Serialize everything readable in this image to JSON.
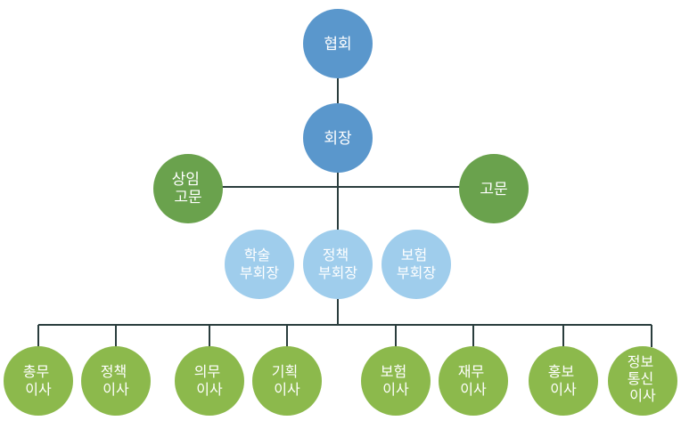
{
  "colors": {
    "line": "#2a3d3d",
    "top_node": "#5a97cc",
    "advisor_node": "#6aa24d",
    "vice_node": "#9fcdec",
    "director_node": "#8cb94c",
    "text": "#ffffff"
  },
  "nodes": {
    "association": [
      "협회"
    ],
    "president": [
      "회장"
    ],
    "standing_advisor": [
      "상임",
      "고문"
    ],
    "advisor": [
      "고문"
    ],
    "vp_academic": [
      "학술",
      "부회장"
    ],
    "vp_policy": [
      "정책",
      "부회장"
    ],
    "vp_insurance": [
      "보험",
      "부회장"
    ],
    "dir_general": [
      "총무",
      "이사"
    ],
    "dir_policy": [
      "정책",
      "이사"
    ],
    "dir_medical": [
      "의무",
      "이사"
    ],
    "dir_planning": [
      "기획",
      "이사"
    ],
    "dir_insurance": [
      "보험",
      "이사"
    ],
    "dir_finance": [
      "재무",
      "이사"
    ],
    "dir_pr": [
      "홍보",
      "이사"
    ],
    "dir_it": [
      "정보",
      "통신",
      "이사"
    ]
  }
}
